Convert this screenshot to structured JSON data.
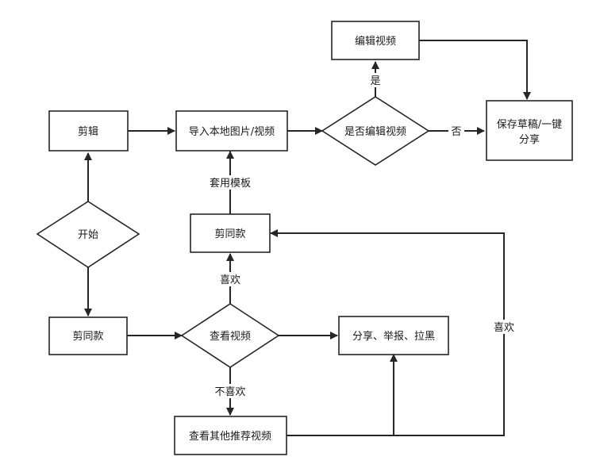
{
  "nodes": {
    "edit_video": "编辑视频",
    "is_edit": "是否编辑视频",
    "save_share_line1": "保存草稿/一键",
    "save_share_line2": "分享",
    "clip": "剪辑",
    "import": "导入本地图片/视频",
    "start": "开始",
    "same_style_top": "剪同款",
    "same_style_left": "剪同款",
    "watch": "查看视频",
    "share_report": "分享、举报、拉黑",
    "watch_other": "查看其他推荐视频"
  },
  "edge_labels": {
    "yes": "是",
    "no": "否",
    "apply_template": "套用模板",
    "like": "喜欢",
    "dislike": "不喜欢",
    "like_right": "喜欢"
  },
  "colors": {
    "stroke": "#262626",
    "fill": "#ffffff",
    "text": "#1a1a1a"
  }
}
